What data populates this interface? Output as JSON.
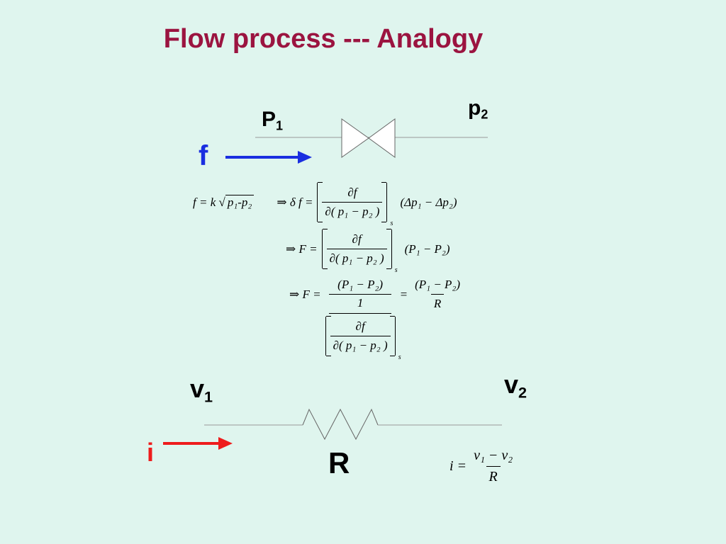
{
  "title": "Flow process --- Analogy",
  "flow": {
    "p1_label": "P",
    "p1_sub": "1",
    "p2_label": "p",
    "p2_sub": "2",
    "f_label": "f",
    "f_color": "#1a2ee0"
  },
  "equations": {
    "eq1_lhs": "f = k",
    "eq1_root": "p₁-p₂",
    "eq1_implies": "⇒ δ f =",
    "df": "∂f",
    "dp": "∂( p₁ − p₂ )",
    "s": "s",
    "delta_p": "(Δp₁ − Δp₂)",
    "eq2_implies": "⇒ F =",
    "P_diff": "(P₁ − P₂)",
    "eq3_implies": "⇒ F =",
    "one": "1",
    "equals": "=",
    "R": "R"
  },
  "electric": {
    "v1_label": "v",
    "v1_sub": "1",
    "v2_label": "v",
    "v2_sub": "2",
    "i_label": "i",
    "i_color": "#ee1c1c",
    "R_label": "R",
    "eq_lhs": "i =",
    "eq_num": "v₁ − v₂",
    "eq_den": "R"
  }
}
